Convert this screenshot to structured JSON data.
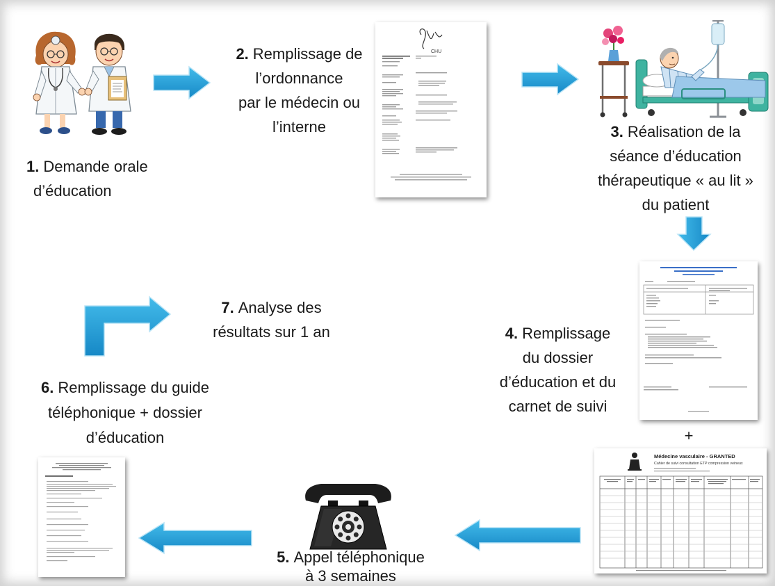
{
  "steps": {
    "s1": {
      "number": "1.",
      "line1": "Demande orale",
      "line2": "d’éducation"
    },
    "s2": {
      "number": "2.",
      "line1": "Remplissage de",
      "line2": "l’ordonnance",
      "line3": "par le médecin ou",
      "line4": "l’interne"
    },
    "s3": {
      "number": "3.",
      "line1": "Réalisation de la",
      "line2": "séance d’éducation",
      "line3": "thérapeutique « au lit »",
      "line4": "du patient"
    },
    "s4": {
      "number": "4.",
      "line1": "Remplissage",
      "line2": "du dossier",
      "line3": "d’éducation et du",
      "line4": "carnet de suivi"
    },
    "s5": {
      "number": "5.",
      "line1": "Appel téléphonique",
      "line2": "à 3 semaines"
    },
    "s6": {
      "number": "6.",
      "line1": "Remplissage du guide",
      "line2": "téléphonique + dossier",
      "line3": "d’éducation"
    },
    "s7": {
      "number": "7.",
      "line1": "Analyse des",
      "line2": "résultats sur 1 an"
    }
  },
  "plus_sign": "+",
  "documents": {
    "prescription": {
      "logo_text": "CHU"
    },
    "follow_up_notebook": {
      "title": "Médecine vasculaire - GRANTED",
      "subtitle": "Cahier de suivi consultation ETP compression veineux"
    }
  },
  "icons": {
    "doctors": "doctors-illustration",
    "patient": "patient-in-bed-illustration",
    "phone": "telephone-icon"
  },
  "colors": {
    "arrow_top": "#43bbea",
    "arrow_bottom": "#1688c6",
    "arrow_edge": "#b9e4f6",
    "text": "#1a1a1a",
    "document_title_blue": "#3a6fc7"
  }
}
